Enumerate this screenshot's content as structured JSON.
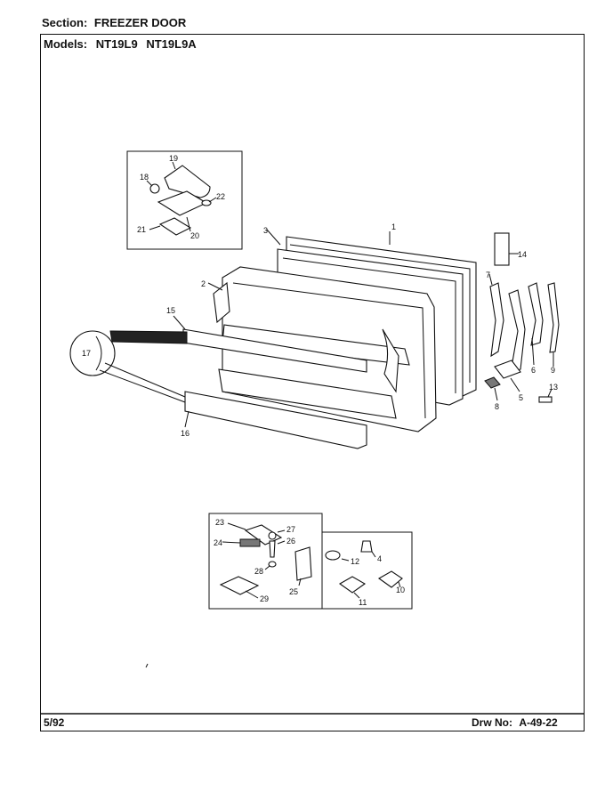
{
  "header": {
    "section_label": "Section:",
    "section_value": "FREEZER DOOR",
    "models_label": "Models:",
    "models": [
      "NT19L9",
      "NT19L9A"
    ]
  },
  "footer": {
    "date": "5/92",
    "drawing_label": "Drw No:",
    "drawing_number": "A-49-22"
  },
  "callouts": [
    "1",
    "2",
    "3",
    "4",
    "5",
    "6",
    "7",
    "8",
    "9",
    "10",
    "11",
    "12",
    "13",
    "14",
    "15",
    "16",
    "17",
    "18",
    "19",
    "20",
    "21",
    "22",
    "23",
    "24",
    "25",
    "26",
    "27",
    "28",
    "29"
  ]
}
